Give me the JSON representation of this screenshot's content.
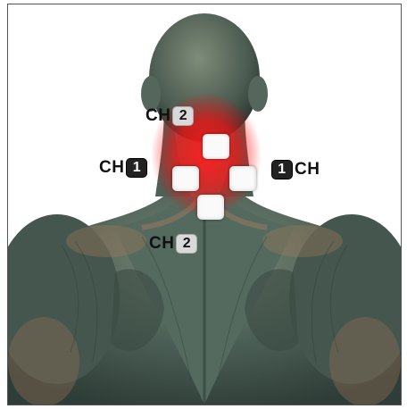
{
  "colors": {
    "skin_dark": "#3c4f47",
    "skin_light": "#8d8a72",
    "pain_red": "#ff1a1a",
    "pad_white": "#fafafa"
  },
  "labels": {
    "ch2_top": {
      "prefix": "CH",
      "number": "2"
    },
    "ch1_left": {
      "prefix": "CH",
      "number": "1"
    },
    "ch1_right": {
      "number": "1",
      "suffix": "CH"
    },
    "ch2_bottom": {
      "prefix": "CH",
      "number": "2"
    }
  }
}
